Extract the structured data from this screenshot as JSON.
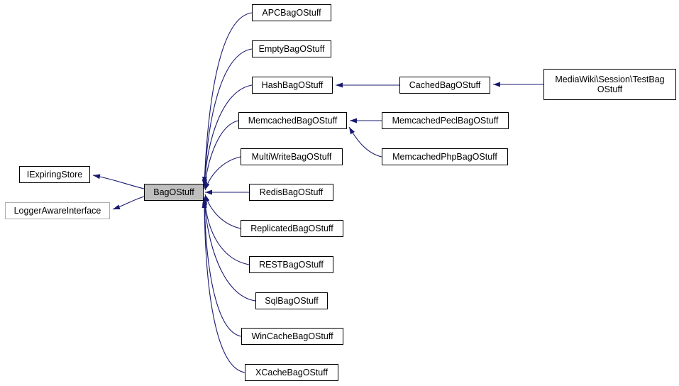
{
  "diagram": {
    "type": "inheritance-graph",
    "colors": {
      "edge": "#191970",
      "node_border": "#000000",
      "node_fill": "#ffffff",
      "highlight_fill": "#bfbfbf",
      "muted_border": "#aeaeae"
    },
    "nodes": {
      "bagostuff": {
        "label": "BagOStuff"
      },
      "iexpiringstore": {
        "label": "IExpiringStore"
      },
      "loggerawareinterface": {
        "label": "LoggerAwareInterface"
      },
      "apc": {
        "label": "APCBagOStuff"
      },
      "empty": {
        "label": "EmptyBagOStuff"
      },
      "hash": {
        "label": "HashBagOStuff"
      },
      "memcached": {
        "label": "MemcachedBagOStuff"
      },
      "multiwrite": {
        "label": "MultiWriteBagOStuff"
      },
      "redis": {
        "label": "RedisBagOStuff"
      },
      "replicated": {
        "label": "ReplicatedBagOStuff"
      },
      "rest": {
        "label": "RESTBagOStuff"
      },
      "sql": {
        "label": "SqlBagOStuff"
      },
      "wincache": {
        "label": "WinCacheBagOStuff"
      },
      "xcache": {
        "label": "XCacheBagOStuff"
      },
      "cached": {
        "label": "CachedBagOStuff"
      },
      "memcachedpecl": {
        "label": "MemcachedPeclBagOStuff"
      },
      "memcachedphp": {
        "label": "MemcachedPhpBagOStuff"
      },
      "testbag": {
        "label": "MediaWiki\\Session\\TestBag\nOStuff"
      }
    },
    "edges": [
      {
        "from": "BagOStuff",
        "to": "IExpiringStore"
      },
      {
        "from": "BagOStuff",
        "to": "LoggerAwareInterface"
      },
      {
        "from": "APCBagOStuff",
        "to": "BagOStuff"
      },
      {
        "from": "EmptyBagOStuff",
        "to": "BagOStuff"
      },
      {
        "from": "HashBagOStuff",
        "to": "BagOStuff"
      },
      {
        "from": "MemcachedBagOStuff",
        "to": "BagOStuff"
      },
      {
        "from": "MultiWriteBagOStuff",
        "to": "BagOStuff"
      },
      {
        "from": "RedisBagOStuff",
        "to": "BagOStuff"
      },
      {
        "from": "ReplicatedBagOStuff",
        "to": "BagOStuff"
      },
      {
        "from": "RESTBagOStuff",
        "to": "BagOStuff"
      },
      {
        "from": "SqlBagOStuff",
        "to": "BagOStuff"
      },
      {
        "from": "WinCacheBagOStuff",
        "to": "BagOStuff"
      },
      {
        "from": "XCacheBagOStuff",
        "to": "BagOStuff"
      },
      {
        "from": "CachedBagOStuff",
        "to": "HashBagOStuff"
      },
      {
        "from": "MediaWiki\\Session\\TestBagOStuff",
        "to": "CachedBagOStuff"
      },
      {
        "from": "MemcachedPeclBagOStuff",
        "to": "MemcachedBagOStuff"
      },
      {
        "from": "MemcachedPhpBagOStuff",
        "to": "MemcachedBagOStuff"
      }
    ]
  }
}
